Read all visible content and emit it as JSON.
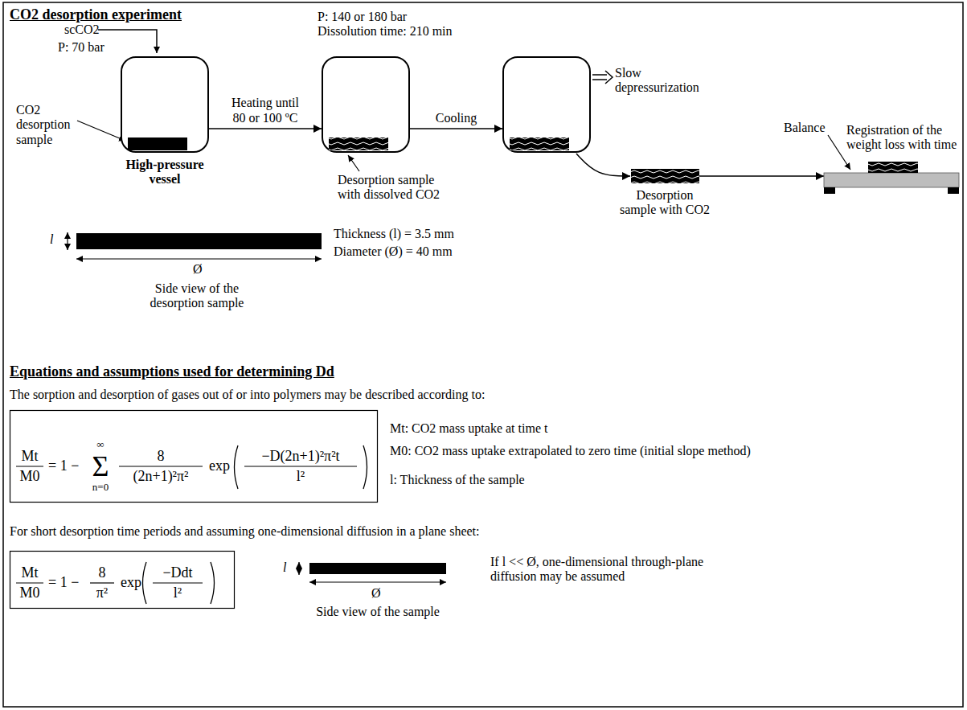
{
  "diagram": {
    "title": "CO2 desorption experiment",
    "nodes": [
      {
        "text": [
          "High-pressure vessel"
        ]
      },
      {
        "text": [
          "P: 140 or 180 bar Dissolution time: 210 min"
        ]
      },
      {
        "text": [
          "Slow depressurization"
        ]
      },
      {
        "text": [
          "Desorption sample with CO2"
        ]
      },
      {
        "text": [
          "Balance",
          "Registration of the weight loss with time"
        ]
      },
      {
        "text": [
          "Mt",
          "M0",
          "= 1 −",
          "∞",
          "Σ",
          "n=0",
          "8",
          "(2n+1)²π²",
          "exp",
          "−D(2n+1)²π²t",
          "l²"
        ]
      },
      {
        "text": [
          "Mt",
          "M0",
          "= 1 −",
          "8",
          "π²",
          "exp",
          "−Ddt",
          "l²"
        ]
      }
    ],
    "edges": [
      {
        "from": 0,
        "to": 1,
        "arrow": "to",
        "label": "Heating until 80 or 100 ºC"
      },
      {
        "from": 1,
        "to": 2,
        "arrow": "to",
        "label": "Cooling"
      },
      {
        "from": 2,
        "to": 3,
        "arrow": "to"
      },
      {
        "from": 3,
        "to": 4,
        "arrow": "to"
      }
    ],
    "labels": [
      "scCO2",
      "P: 70 bar",
      "CO2 desorption sample",
      "Desorption sample with dissolved CO2",
      "l",
      "Thickness (l) = 3.5 mm",
      "Diameter (Ø) = 40 mm",
      "Ø",
      "Side view of the desorption sample",
      "Equations and assumptions used for determining Dd",
      "The sorption and desorption of gases out of or into polymers may be described according to:",
      "Mt: CO2 mass uptake at time t",
      "M0: CO2 mass uptake extrapolated to zero time (initial slope method)",
      "l: Thickness of the sample",
      "For short desorption time periods and assuming one-dimensional diffusion in a plane sheet:",
      "l",
      "Ø",
      "Side view of the sample",
      "If l << Ø, one-dimensional through-plane diffusion may be assumed"
    ]
  }
}
